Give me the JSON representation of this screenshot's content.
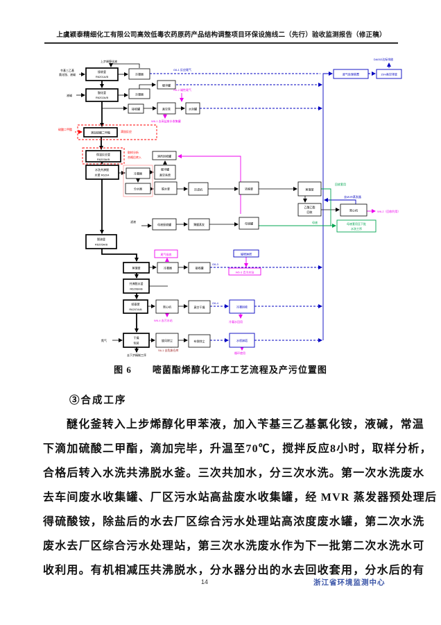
{
  "header": {
    "title": "上虞颖泰精细化工有限公司高效低毒农药原药产品结构调整项目环保设施线二（先行）验收监测报告（修正稿）"
  },
  "figure": {
    "label": "图 6",
    "caption": "嘧菌酯烯醇化工序工艺流程及产污位置图"
  },
  "section": {
    "heading": "③合成工序"
  },
  "body": {
    "lines": [
      "醚化釜转入上步烯醇化甲苯液，加入苄基三乙基氯化铵，液碱，常温",
      "下滴加硫酸二甲酯，滴加完毕，升温至70℃，搅拌反应8小时，取样分析，",
      "合格后转入水洗共沸脱水釜。三次共加水，分三次水洗。第一次水洗废水",
      "去车间废水收集罐、厂区污水站高盐废水收集罐，经 MVR 蒸发器预处理后",
      "得硫酸铵，除盐后的水去厂区综合污水处理站高浓度废水罐，第二次水洗",
      "废水去厂区综合污水处理站，第三次水洗废水作为下一批第二次水洗水可",
      "收利用。有机相减压共沸脱水，分水器分出的水去回收套用，分水后的有"
    ]
  },
  "footer": {
    "page": "14",
    "org": "浙江省环境监测中心"
  },
  "colors": {
    "flow_gas": "#0000c0",
    "flow_waste": "#ee00ee",
    "flow_recycle": "#00a550",
    "flow_highlight": "#ff0000",
    "footer_org": "#3b55a8"
  },
  "diagram": {
    "top_feed": "上步烯醇化液",
    "in1a": "苄基三乙基",
    "in1b": "氯化铵、液碱",
    "in2": "液碱",
    "in3": "氮气",
    "b1a": "接收釜",
    "b1b": "R6201A/B",
    "b2": "冷凝器",
    "b3a": "醚化釜",
    "b3b": "R6202A/B",
    "b4": "冷凝器",
    "b5": "缓冲罐",
    "b6": "接收罐",
    "b7": "真空泵",
    "b8": "水封罐",
    "b9": "滴加硫酸二甲酯",
    "b10a": "保温反应釜",
    "b10b": "R6203A/B",
    "c0": "溶剂回收罐",
    "c1a": "水洗共沸脱",
    "c1b": "水釜 R6204",
    "p1": "冷凝器",
    "p2": "分水器",
    "c2a": "缓冲罐",
    "c2b": "真空系统",
    "cD": "脱水釜",
    "c3": "压滤机",
    "c4": "浓缩釜",
    "c5": "蒸馏釜",
    "c6a": "乙酸乙酯",
    "c6b": "回收",
    "c7": "离心机",
    "c8": "母液接收罐",
    "c9": "薄膜蒸发",
    "c9b": "母液罐",
    "cAa": "脱溶釜",
    "cAb": "R6205A/B",
    "r1": "蒸馏釜",
    "r2": "冷凝器",
    "r3": "接收罐",
    "r4a": "共沸脱水釜",
    "r4b": "R6206A/B",
    "r5a": "结晶釜",
    "r5b": "R6207A/B",
    "r6": "离心机",
    "r7": "真空干燥",
    "r8a": "干燥",
    "r8b": "包装",
    "r9": "旋风除尘",
    "r10": "布袋除尘",
    "bb1": "废气处理装置",
    "bb2": "15m高空排放",
    "bb2_top": "DA002达标排放",
    "bb3": "碱喷淋塔",
    "bb4": "冷凝回收",
    "bb5": "水喷淋塔",
    "mb1": "尾气吸收",
    "mb2": "W6-3 去污水站",
    "m1": "G6-2 碱性尾气",
    "m2": "W6-1 去高盐废水收集罐",
    "m3": "W6-2（回收利用）",
    "m4": "W6-4 去污水站",
    "m5": "冷凝水回用",
    "m6": "循环使用",
    "g1": "G6-1 反应尾气",
    "g4": "G6-3",
    "g5": "G6-4",
    "mvr": "去MVR蒸发器",
    "gr1": "回收套用",
    "gr2": "母液",
    "gboxa": "母液套用至下批",
    "gboxb": "水洗工序",
    "red_in": "硫酸二甲酯",
    "red_note": "滴加反应",
    "rt3a": "取样分析",
    "rt3b": "合格后转入",
    "filtrate": "滤液",
    "s1": "S6-1 去危废仓库",
    "next_step": "去下步精制工序"
  }
}
